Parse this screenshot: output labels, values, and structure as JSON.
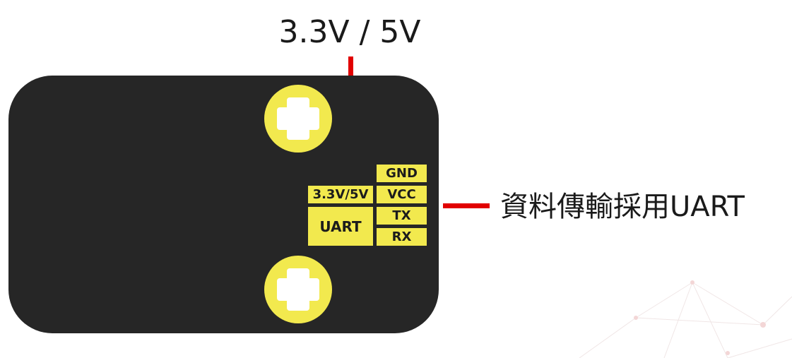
{
  "labels": {
    "voltage_callout": "3.3V / 5V",
    "uart_callout": "資料傳輸採用UART"
  },
  "pins": {
    "gnd": "GND",
    "vcc": "VCC",
    "tx": "TX",
    "rx": "RX"
  },
  "silkscreen": {
    "voltage": "3.3V/5V",
    "uart": "UART"
  },
  "colors": {
    "board": "#262626",
    "silkscreen_yellow": "#f2e94e",
    "callout_red": "#e10000",
    "text": "#1a1a1a"
  }
}
